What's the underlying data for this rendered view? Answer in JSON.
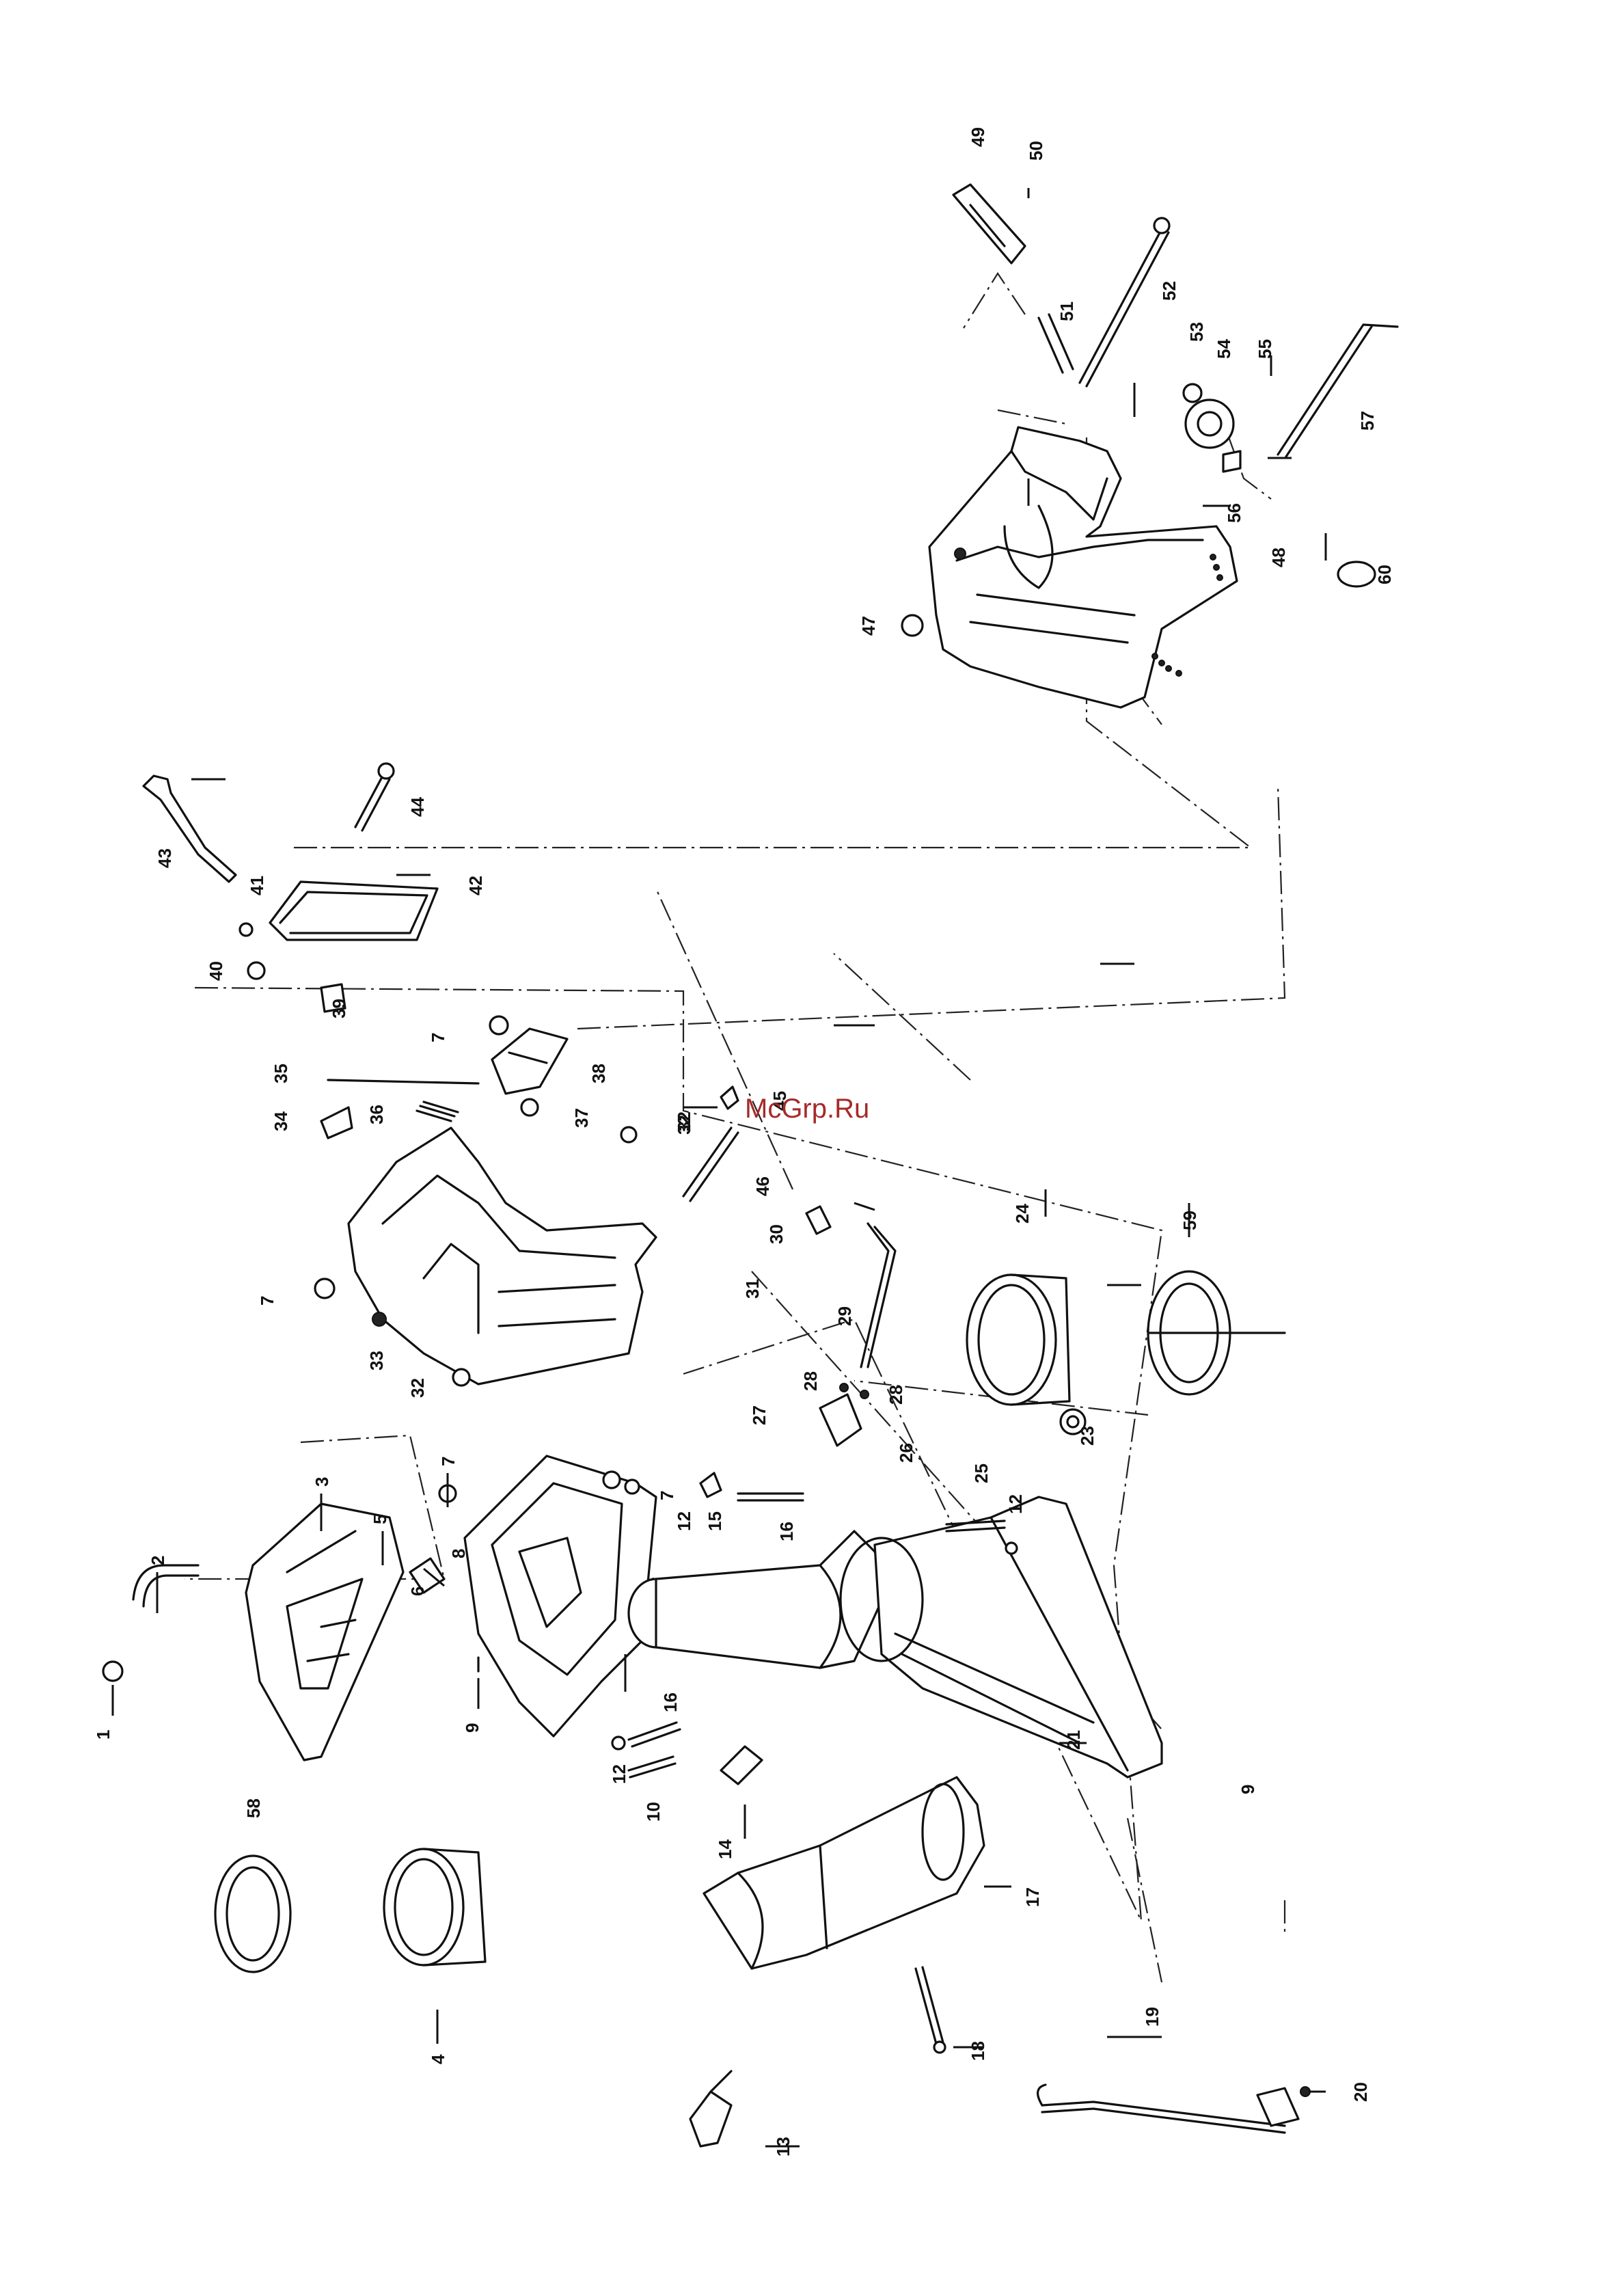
{
  "watermark": "McGrp.Ru",
  "callouts": [
    "1",
    "2",
    "3",
    "4",
    "5",
    "6",
    "7",
    "7",
    "7",
    "7",
    "8",
    "9",
    "9",
    "10",
    "12",
    "12",
    "12",
    "13",
    "14",
    "15",
    "16",
    "16",
    "17",
    "18",
    "19",
    "20",
    "21",
    "23",
    "24",
    "25",
    "26",
    "27",
    "28",
    "28",
    "29",
    "30",
    "31",
    "32",
    "32",
    "32",
    "33",
    "34",
    "35",
    "36",
    "37",
    "38",
    "39",
    "40",
    "41",
    "42",
    "43",
    "44",
    "45",
    "46",
    "47",
    "48",
    "49",
    "50",
    "51",
    "52",
    "53",
    "54",
    "55",
    "56",
    "57",
    "58",
    "59",
    "60"
  ]
}
